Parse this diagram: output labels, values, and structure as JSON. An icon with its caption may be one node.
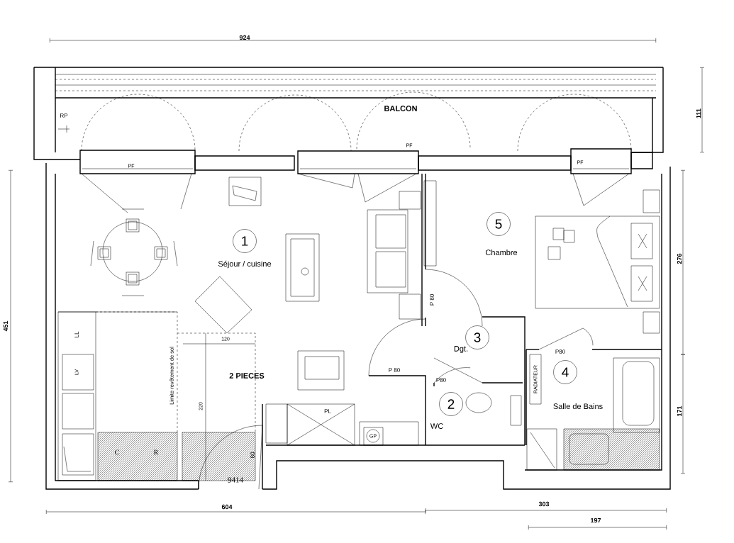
{
  "diagram": {
    "nodes": [
      {
        "text": [
          "1"
        ],
        "beside": [
          "Séjour / cuisine"
        ]
      },
      {
        "text": [
          "5"
        ],
        "beside": [
          "Chambre"
        ]
      },
      {
        "text": [
          "3"
        ],
        "beside": [
          "Dgt."
        ]
      },
      {
        "text": [
          "2"
        ],
        "beside": [
          "WC"
        ]
      },
      {
        "text": [
          "4"
        ],
        "beside": [
          "Salle de Bains"
        ]
      }
    ],
    "labels": [
      "924",
      "BALCON",
      "RP",
      "111",
      "PF",
      "PF",
      "PF",
      "451",
      "276",
      "P 80",
      "LL",
      "120",
      "P 80",
      "P80",
      "P80",
      "2 PIECES",
      "Limite revêtement de sol",
      "LV",
      "220",
      "RADIATEUR",
      "PL",
      "GP",
      "171",
      "C",
      "R",
      "80",
      "9414",
      "604",
      "303",
      "197"
    ]
  }
}
